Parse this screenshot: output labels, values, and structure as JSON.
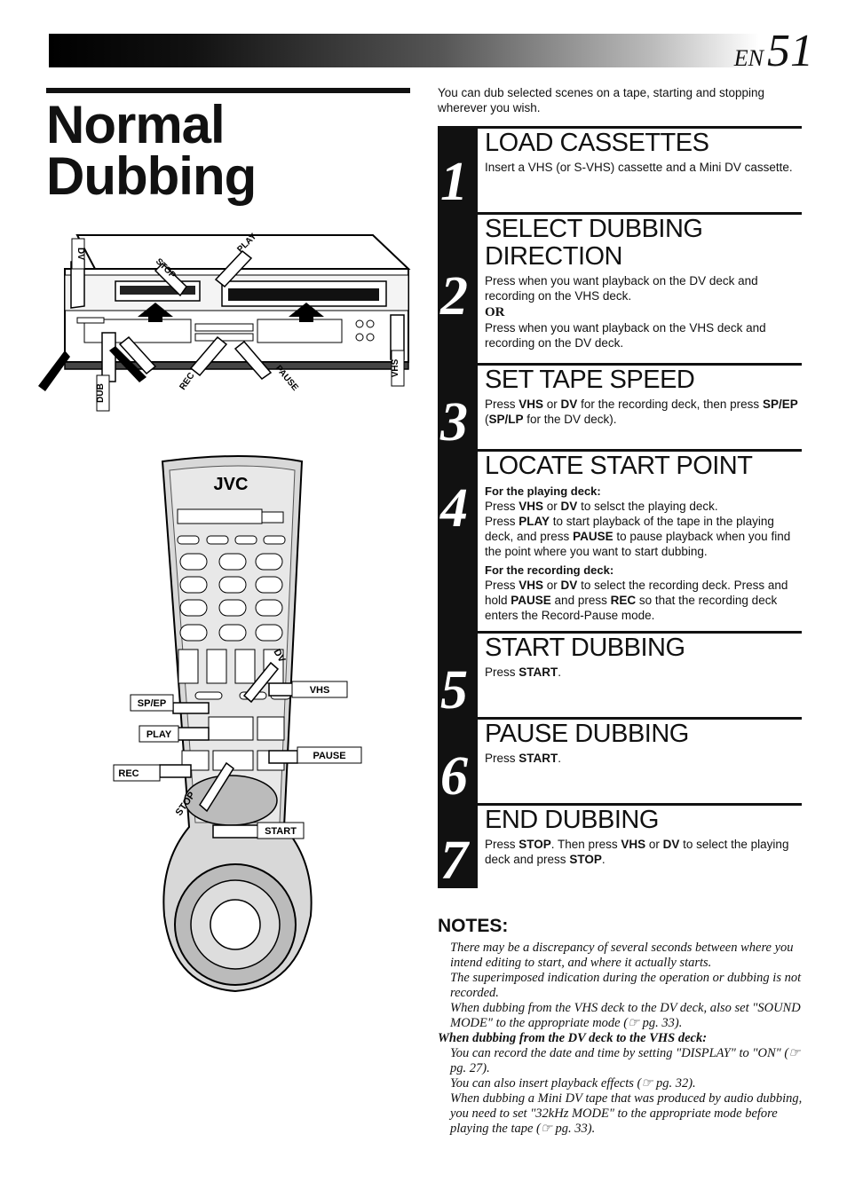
{
  "header": {
    "lang": "EN",
    "page_number": "51"
  },
  "title": {
    "line1": "Normal",
    "line2": "Dubbing"
  },
  "intro": "You can dub selected scenes on a tape, starting and stopping wherever you wish.",
  "steps": [
    {
      "number": "1",
      "heading": "LOAD CASSETTES",
      "text": "Insert a VHS (or S-VHS) cassette and a Mini DV cassette."
    },
    {
      "number": "2",
      "heading": "SELECT DUBBING DIRECTION",
      "text1": "Press      when you want playback on the DV deck and recording on the VHS deck.",
      "or": "OR",
      "text2": "Press      when you want playback on the VHS deck and recording on the DV deck."
    },
    {
      "number": "3",
      "heading": "SET TAPE SPEED",
      "parts": [
        "Press ",
        "VHS",
        " or ",
        "DV",
        " for the recording deck, then press ",
        "SP/EP",
        " (",
        "SP/LP",
        " for the DV deck)."
      ]
    },
    {
      "number": "4",
      "heading": "LOCATE START POINT",
      "sub1": "For the playing deck:",
      "p1": [
        "Press ",
        "VHS",
        " or ",
        "DV",
        " to selsct the playing deck."
      ],
      "p2": [
        "Press ",
        "PLAY",
        " to start playback of the tape in the playing deck, and press ",
        "PAUSE",
        " to pause playback when you find the point where you want to start dubbing."
      ],
      "sub2": "For the recording deck:",
      "p3": [
        "Press ",
        "VHS",
        " or ",
        "DV",
        " to select the recording deck. Press and hold ",
        "PAUSE",
        " and press ",
        "REC",
        " so that the recording deck enters the Record-Pause mode."
      ]
    },
    {
      "number": "5",
      "heading": "START DUBBING",
      "parts": [
        "Press ",
        "START",
        "."
      ]
    },
    {
      "number": "6",
      "heading": "PAUSE DUBBING",
      "parts": [
        "Press ",
        "START",
        "."
      ]
    },
    {
      "number": "7",
      "heading": "END DUBBING",
      "parts": [
        "Press ",
        "STOP",
        ". Then press ",
        "VHS",
        " or ",
        "DV",
        " to select the playing deck and press ",
        "STOP",
        "."
      ]
    }
  ],
  "notes": {
    "heading": "NOTES:",
    "items": [
      "There may be a discrepancy of several seconds between where you intend editing to start, and where it actually starts.",
      "The superimposed indication during the operation or dubbing is not recorded.",
      "When dubbing from the VHS deck to the DV deck, also set \"SOUND MODE\" to the appropriate mode (☞ pg. 33)."
    ],
    "subheading": "When dubbing from the DV deck to the VHS deck:",
    "items2": [
      "You can record the date and time by setting \"DISPLAY\" to \"ON\" (☞ pg. 27).",
      "You can also insert playback effects (☞ pg. 32).",
      "When dubbing a Mini DV tape that was produced by audio dubbing, you need to set \"32kHz MODE\" to the appropriate mode before playing the tape (☞ pg. 33)."
    ]
  },
  "deck_labels": {
    "dv": "DV",
    "stop": "STOP",
    "play": "PLAY",
    "dub": "DUB",
    "rec": "REC",
    "pause": "PAUSE",
    "vhs": "VHS"
  },
  "remote_labels": {
    "brand": "JVC",
    "dv": "DV",
    "vhs": "VHS",
    "spep": "SP/EP",
    "play": "PLAY",
    "pause": "PAUSE",
    "rec": "REC",
    "stop": "STOP",
    "start": "START"
  }
}
